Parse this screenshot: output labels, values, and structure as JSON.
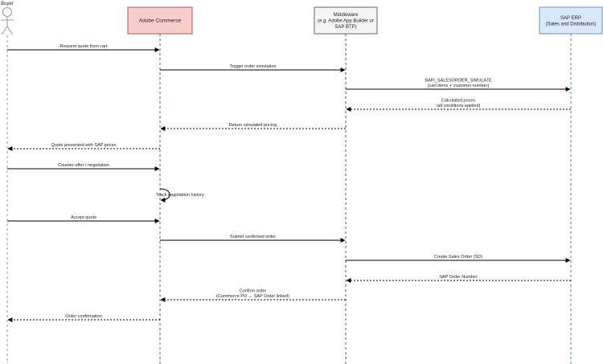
{
  "colors": {
    "commerce_fill": "#f8cecc",
    "commerce_stroke": "#b85450",
    "commerce_lifeline": "#c0392b",
    "middleware_fill": "#f5f5f5",
    "middleware_stroke": "#666666",
    "middleware_lifeline": "#555555",
    "sap_fill": "#dae8fc",
    "sap_stroke": "#6c8ebf",
    "sap_lifeline": "#4f7ec7",
    "buyer_stroke": "#9a9a9a",
    "arrow": "#000000"
  },
  "participants": {
    "buyer": {
      "label": "Buyer",
      "icon": "actor-stick-figure"
    },
    "commerce": {
      "lines": [
        "Adobe Commerce"
      ]
    },
    "middleware": {
      "lines": [
        "Middleware",
        "(e.g. Adobe App Builder or",
        "SAP BTP)"
      ]
    },
    "sap": {
      "lines": [
        "SAP ERP",
        "(Sales and Distribution)"
      ]
    }
  },
  "messages": [
    {
      "from": "buyer",
      "to": "commerce",
      "style": "solid",
      "lines": [
        "Request quote from cart"
      ]
    },
    {
      "from": "commerce",
      "to": "middleware",
      "style": "solid",
      "lines": [
        "Trigger order simulation"
      ]
    },
    {
      "from": "middleware",
      "to": "sap",
      "style": "solid",
      "lines": [
        "BAPI_SALESORDER_SIMULATE",
        "(cart items + customer number)"
      ]
    },
    {
      "from": "sap",
      "to": "middleware",
      "style": "dashed",
      "lines": [
        "Calculated prices",
        "(all conditions applied)"
      ]
    },
    {
      "from": "middleware",
      "to": "commerce",
      "style": "dashed",
      "lines": [
        "Return simulated pricing"
      ]
    },
    {
      "from": "commerce",
      "to": "buyer",
      "style": "dashed",
      "lines": [
        "Quote presented with SAP prices"
      ]
    },
    {
      "from": "buyer",
      "to": "commerce",
      "style": "solid",
      "lines": [
        "Counter-offer / negotiation"
      ]
    },
    {
      "from": "commerce",
      "to": "commerce",
      "style": "self",
      "lines": [
        "Track negotiation history"
      ]
    },
    {
      "from": "buyer",
      "to": "commerce",
      "style": "solid",
      "lines": [
        "Accept quote"
      ]
    },
    {
      "from": "commerce",
      "to": "middleware",
      "style": "solid",
      "lines": [
        "Submit confirmed order"
      ]
    },
    {
      "from": "middleware",
      "to": "sap",
      "style": "solid",
      "lines": [
        "Create Sales Order (SD)"
      ]
    },
    {
      "from": "sap",
      "to": "middleware",
      "style": "dashed",
      "lines": [
        "SAP Order Number"
      ]
    },
    {
      "from": "middleware",
      "to": "commerce",
      "style": "dashed",
      "lines": [
        "Confirm order",
        "(Commerce PO ↔ SAP Order linked)"
      ]
    },
    {
      "from": "commerce",
      "to": "buyer",
      "style": "dashed",
      "lines": [
        "Order confirmation"
      ]
    }
  ]
}
